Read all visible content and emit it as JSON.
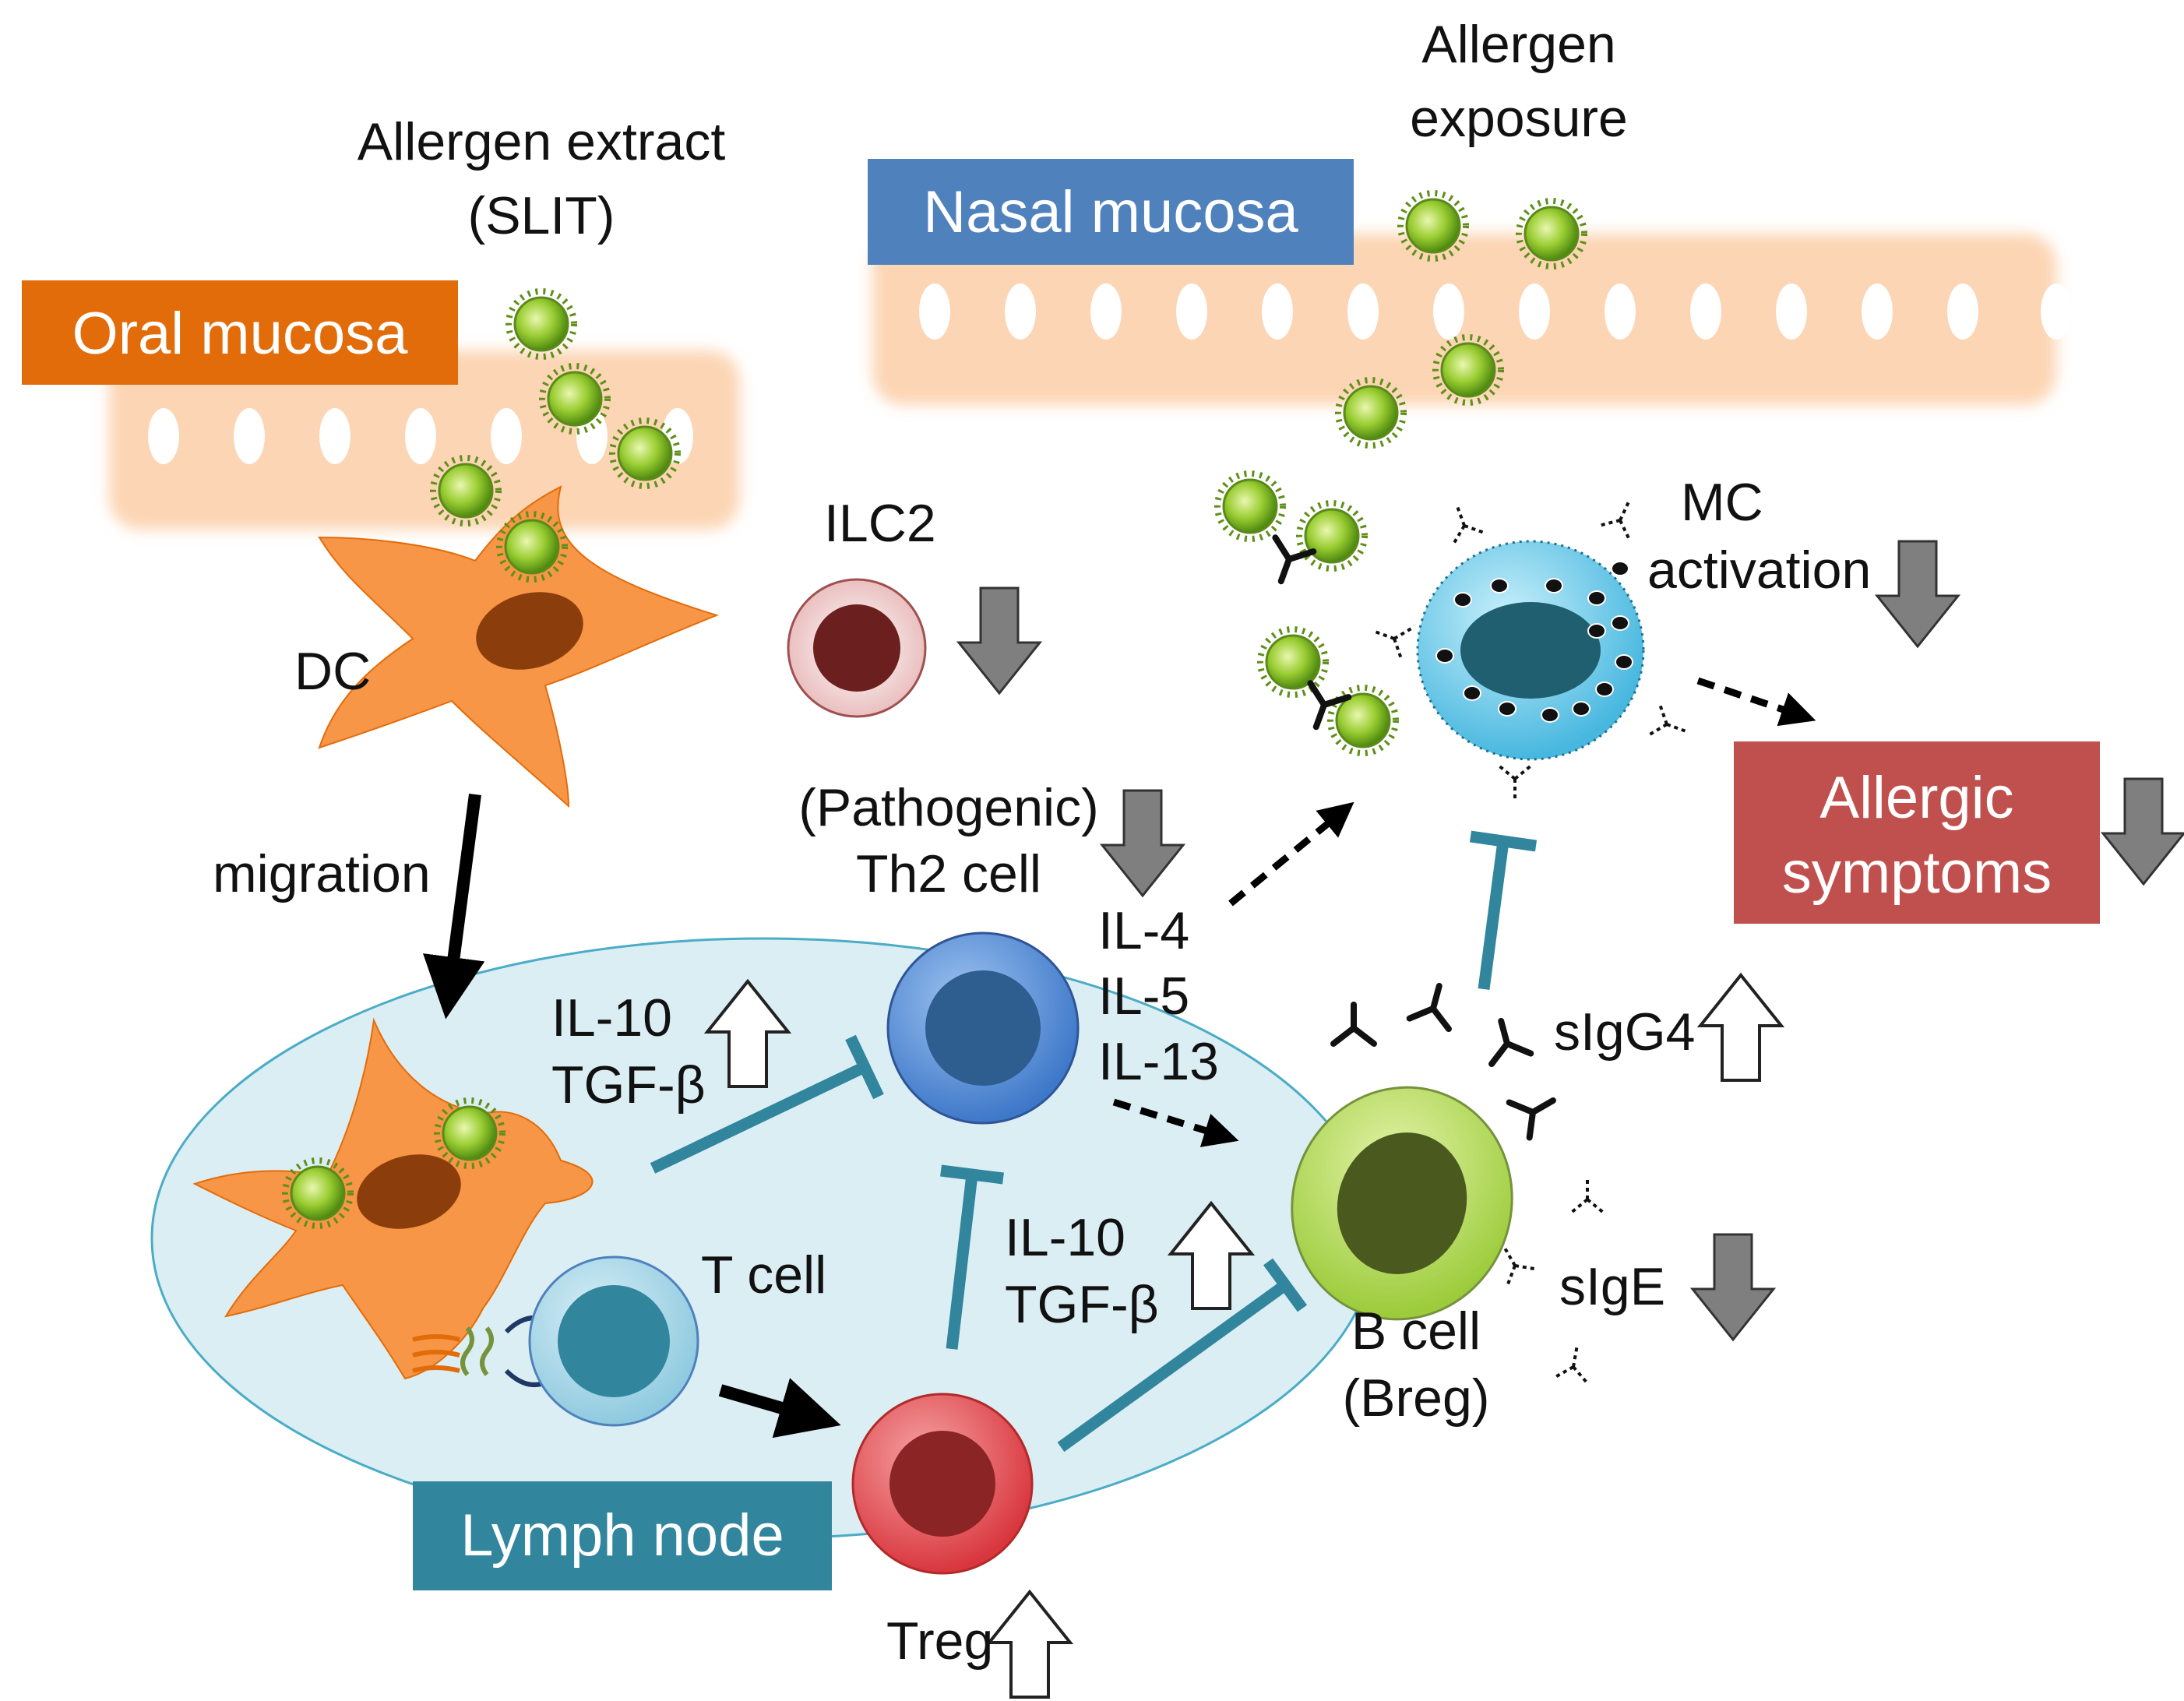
{
  "labels": {
    "allergen_extract_line1": "Allergen extract",
    "allergen_extract_line2": "(SLIT)",
    "allergen_exposure_line1": "Allergen",
    "allergen_exposure_line2": "exposure",
    "oral_mucosa": "Oral mucosa",
    "nasal_mucosa": "Nasal mucosa",
    "dc": "DC",
    "ilc2": "ILC2",
    "mc_line1": "MC",
    "mc_line2": "activation",
    "migration": "migration",
    "th2_line1": "(Pathogenic)",
    "th2_line2": "Th2 cell",
    "il4": "IL-4",
    "il5": "IL-5",
    "il13": "IL-13",
    "il10_top": "IL-10",
    "tgfb_top": "TGF-β",
    "il10_mid": "IL-10",
    "tgfb_mid": "TGF-β",
    "t_cell": "T cell",
    "treg": "Treg",
    "b_cell_line1": "B cell",
    "b_cell_line2": "(Breg)",
    "sigg4": "sIgG4",
    "sige": "sIgE",
    "allergic_line1": "Allergic",
    "allergic_line2": "symptoms",
    "lymph_node": "Lymph node"
  },
  "colors": {
    "oral_mucosa": "#e36c0a",
    "nasal_mucosa": "#4f81bd",
    "allergic_symptoms": "#c0504d",
    "lymph_node_label": "#31859c",
    "lymph_node_fill": "#dbeef4",
    "inhibition": "#31859c",
    "dc": "#f79646",
    "allergen": "#76b82a",
    "decrease_arrow": "#7f7f7f"
  }
}
